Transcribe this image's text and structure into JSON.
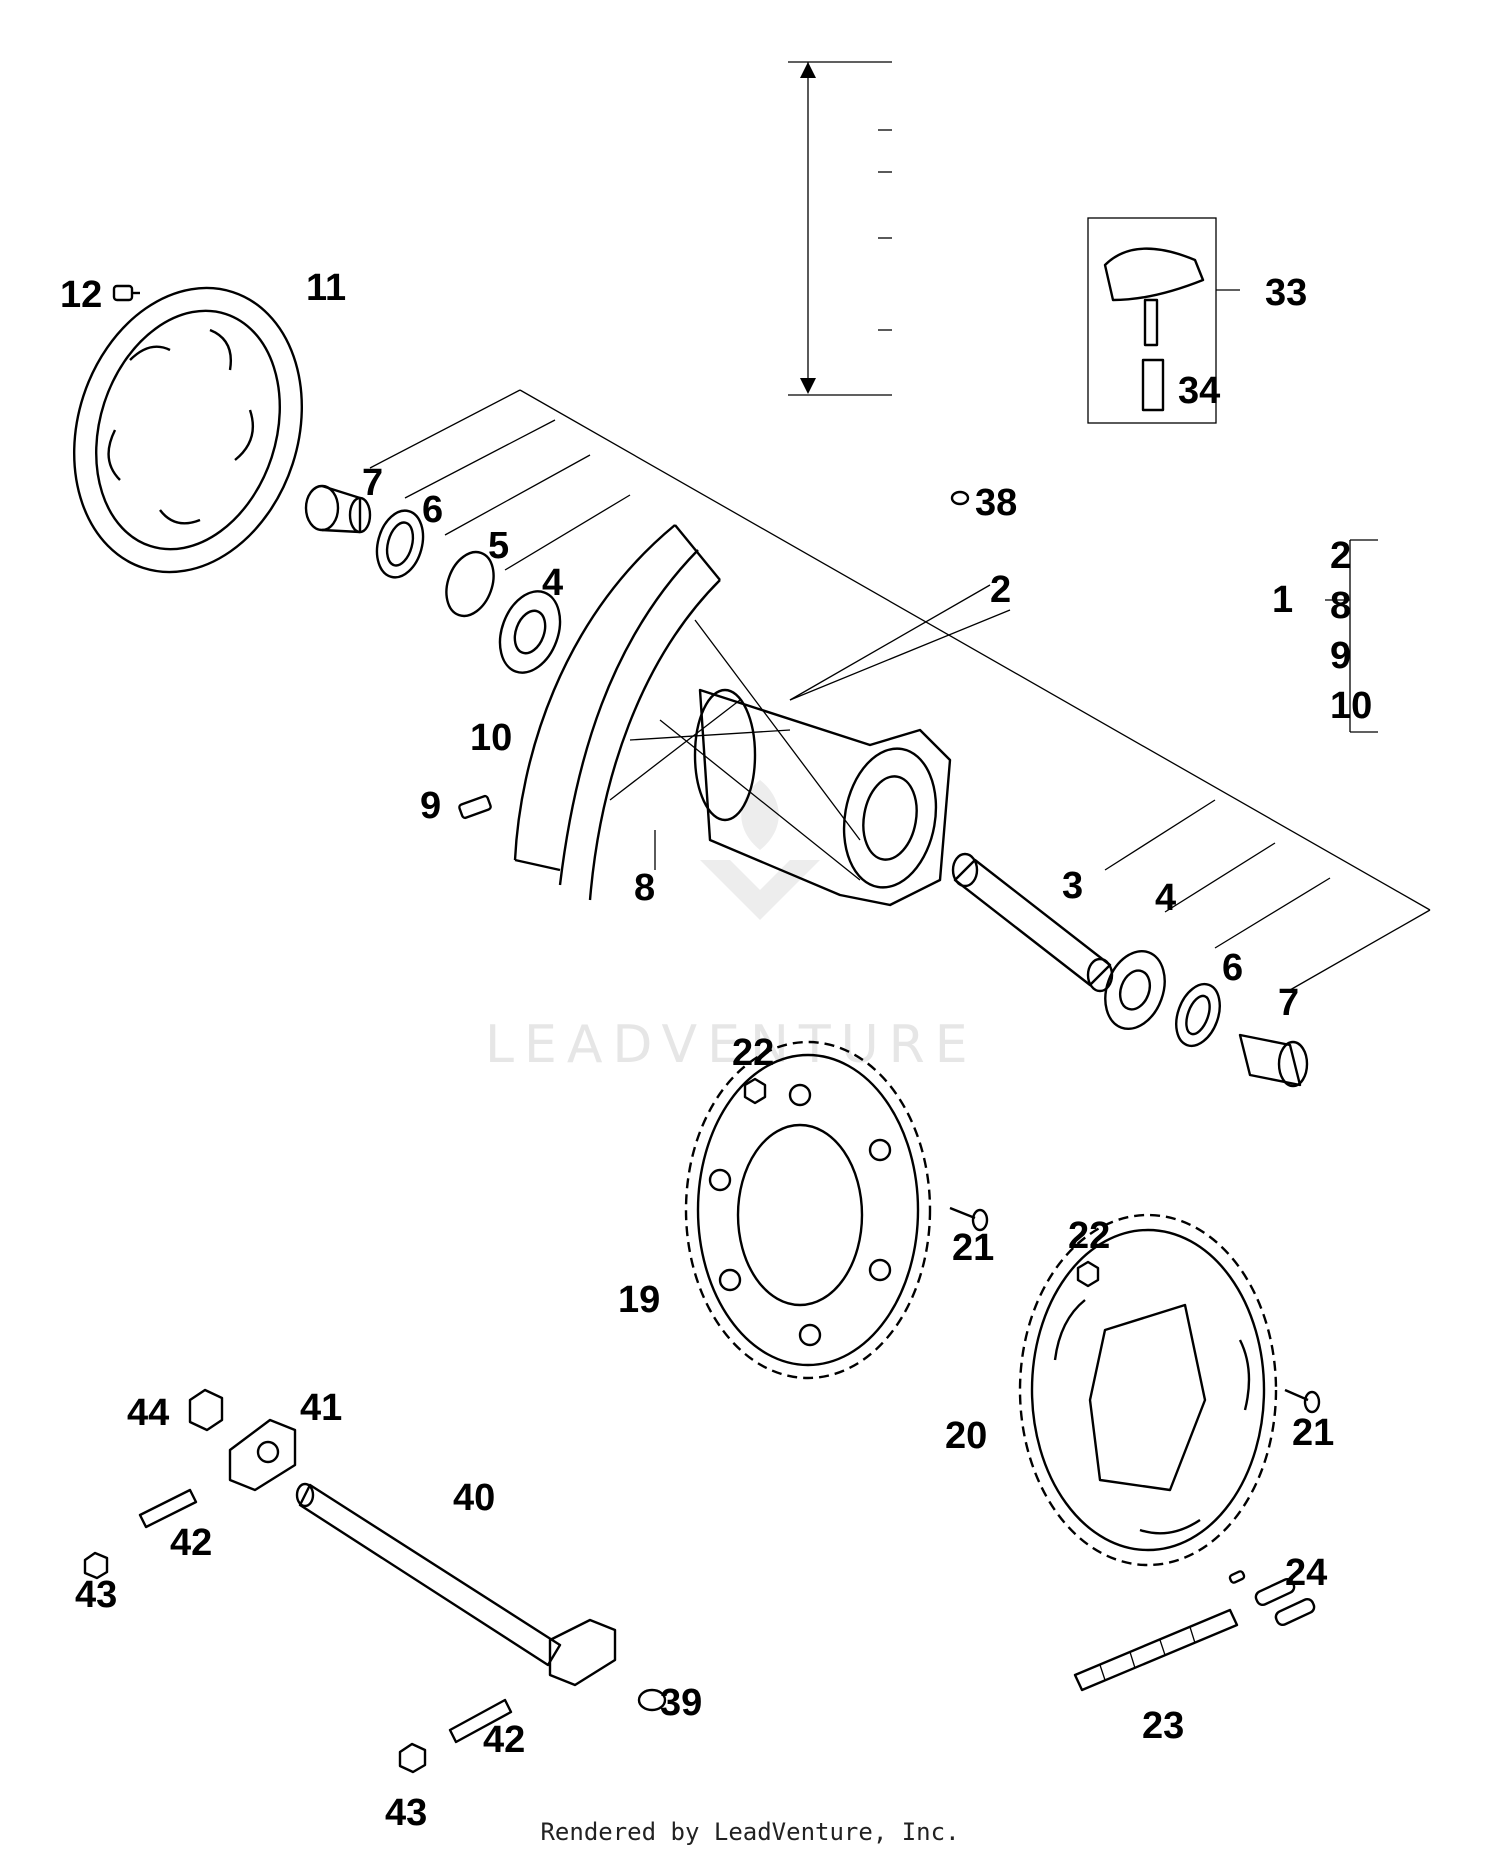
{
  "watermark": "LEADVENTURE",
  "footer": "Rendered by LeadVenture, Inc.",
  "callouts": {
    "c1": "1",
    "c2": "2",
    "c3": "3",
    "c4a": "4",
    "c4b": "4",
    "c5": "5",
    "c6a": "6",
    "c6b": "6",
    "c7a": "7",
    "c7b": "7",
    "c8": "8",
    "c9": "9",
    "c10": "10",
    "c11": "11",
    "c12": "12",
    "c19": "19",
    "c20": "20",
    "c21a": "21",
    "c21b": "21",
    "c22a": "22",
    "c22b": "22",
    "c23": "23",
    "c24": "24",
    "c33": "33",
    "c34": "34",
    "c38": "38",
    "c39": "39",
    "c40": "40",
    "c41": "41",
    "c42a": "42",
    "c42b": "42",
    "c43a": "43",
    "c43b": "43",
    "c44": "44"
  },
  "kit_list": [
    "2",
    "8",
    "9",
    "10"
  ]
}
